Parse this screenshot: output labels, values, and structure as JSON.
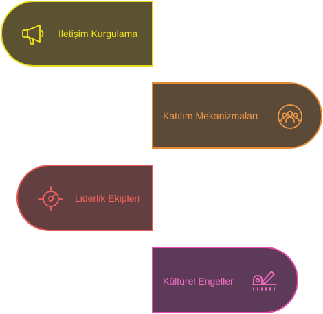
{
  "items": [
    {
      "label": "İletişim Kurgulama",
      "icon": "megaphone-icon",
      "accent": "#f2e31e",
      "fill": "#5b5232"
    },
    {
      "label": "Katılım Mekanizmaları",
      "icon": "group-icon",
      "accent": "#f09a48",
      "fill": "#5c4a38"
    },
    {
      "label": "Liderlik Ekipleri",
      "icon": "target-icon",
      "accent": "#f4635c",
      "fill": "#633f42"
    },
    {
      "label": "Kültürel Engeller",
      "icon": "hurdle-icon",
      "accent": "#f16fc3",
      "fill": "#5d3a58"
    }
  ]
}
